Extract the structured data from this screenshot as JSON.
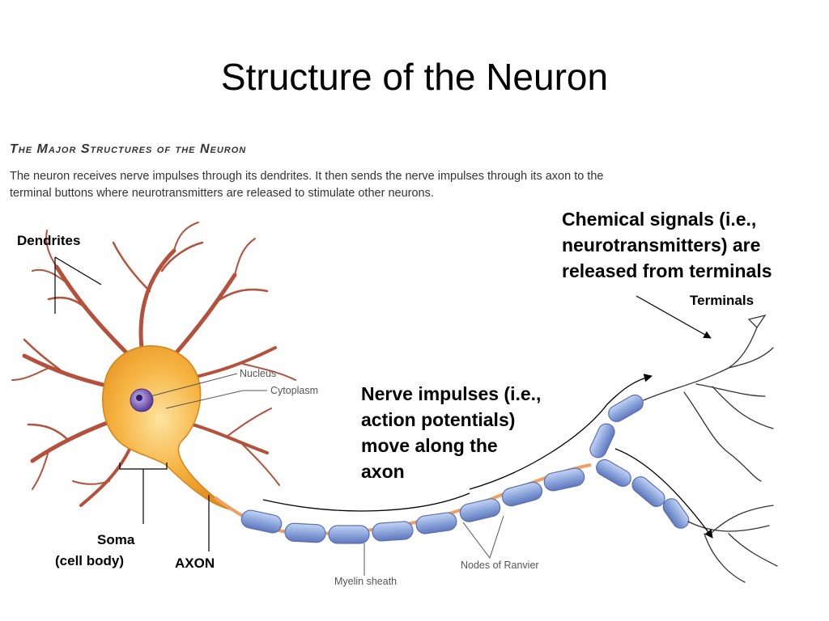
{
  "title": "Structure of the Neuron",
  "section_heading": "The Major Structures of the Neuron",
  "intro_text": "The neuron receives nerve impulses through its dendrites. It then sends the nerve impulses through its axon to the terminal buttons where neurotransmitters are released to stimulate other neurons.",
  "labels": {
    "dendrites": "Dendrites",
    "soma_line1": "Soma",
    "soma_line2": "(cell body)",
    "axon": "AXON",
    "terminals": "Terminals",
    "nucleus": "Nucleus",
    "cytoplasm": "Cytoplasm",
    "myelin": "Myelin sheath",
    "nodes": "Nodes of Ranvier"
  },
  "callouts": {
    "chemical_line1": "Chemical signals (i.e.,",
    "chemical_line2": "neurotransmitters) are",
    "chemical_line3": "released from terminals",
    "impulse_line1": "Nerve impulses (i.e.,",
    "impulse_line2": "action potentials)",
    "impulse_line3": "move along the",
    "impulse_line4": "axon"
  },
  "colors": {
    "soma": "#f3a431",
    "soma_light": "#fbd07a",
    "dendrite": "#b5503b",
    "nucleus": "#6b4fa8",
    "myelin": "#8fa8dc",
    "myelin_edge": "#5a6fb0",
    "axon_core": "#f0a060"
  }
}
